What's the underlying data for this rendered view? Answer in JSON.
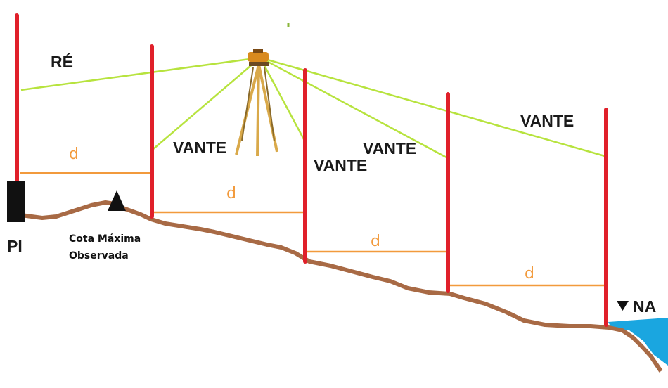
{
  "labels": {
    "re": "RÉ",
    "vante": "VANTE",
    "d": "d",
    "pi": "PI",
    "cota_line1": "Cota Máxima",
    "cota_line2": "Observada",
    "na": "NA"
  },
  "colors": {
    "rod": "#e0202a",
    "sight_line": "#b7e33e",
    "distance": "#f29a3c",
    "ground": "#a86a45",
    "water": "#1aa6e0",
    "instrument": "#d98a1e",
    "text": "#1a1a1a"
  }
}
